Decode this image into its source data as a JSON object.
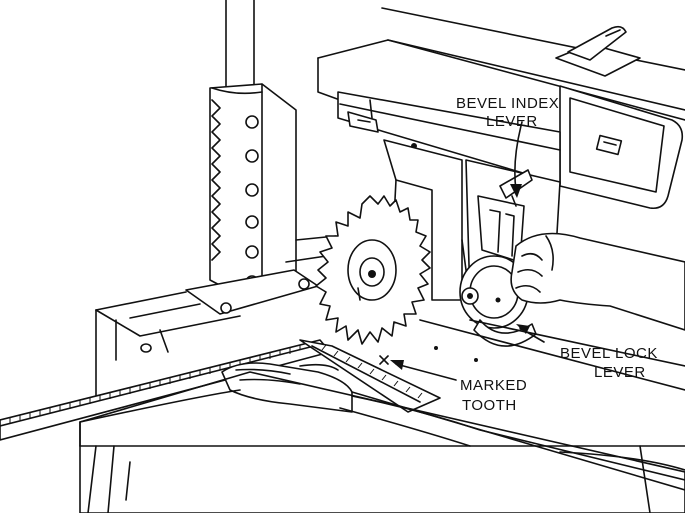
{
  "figure": {
    "labels": {
      "bevel_index_line1": "BEVEL INDEX",
      "bevel_index_line2": "LEVER",
      "bevel_lock_line1": "BEVEL LOCK",
      "bevel_lock_line2": "LEVER",
      "marked_tooth_line1": "MARKED",
      "marked_tooth_line2": "TOOTH"
    },
    "colors": {
      "ink": "#111111",
      "paper": "#ffffff"
    }
  }
}
